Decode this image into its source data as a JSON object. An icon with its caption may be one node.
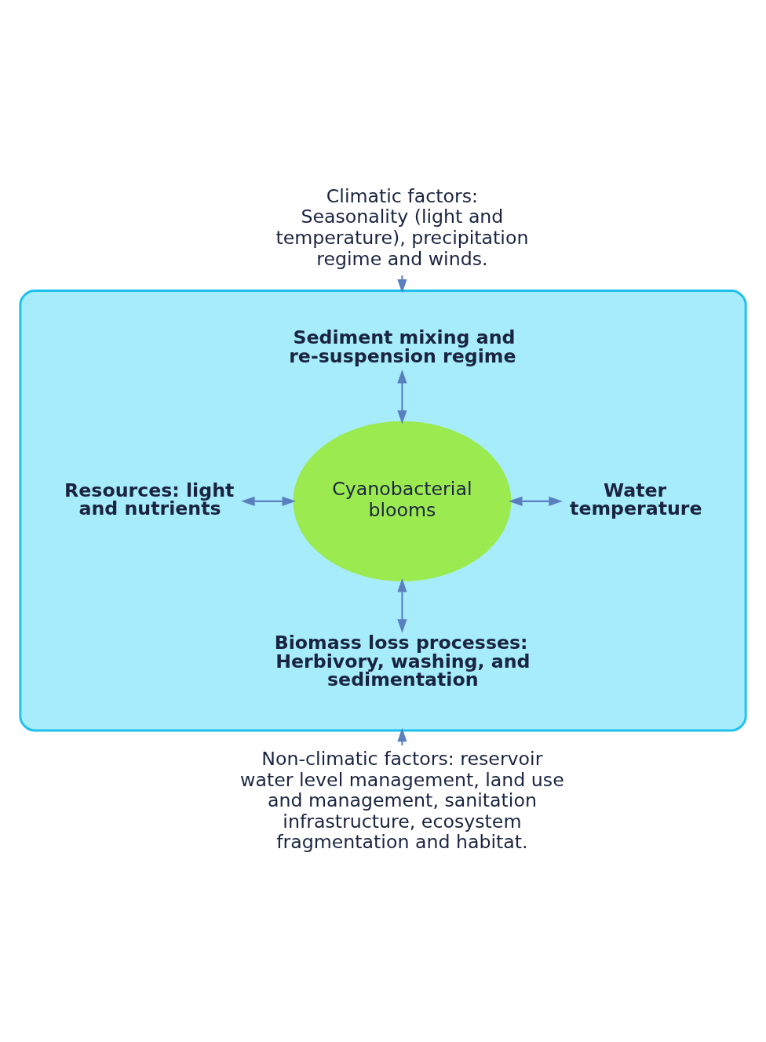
{
  "diagram": {
    "nodes": [
      {
        "text": [
          "Climatic factors: Seasonality (light and temperature), precipitation regime and winds."
        ]
      },
      {
        "text": [],
        "shape": "ellipse"
      },
      {
        "text": [
          "Sediment mixing and re-suspension regime"
        ],
        "in": 1
      },
      {
        "text": [
          "Resources: light and nutrients"
        ],
        "in": 1
      },
      {
        "text": [
          "Cyanobacterial blooms"
        ],
        "in": 1
      },
      {
        "text": [
          "Water temperature"
        ],
        "in": 1
      },
      {
        "text": [
          "Biomass loss processes: Herbivory, washing, and sedimentation"
        ],
        "in": 1
      },
      {
        "text": [
          "Non-climatic factors: reservoir water level management, land use and management, sanitation infrastructure, ecosystem fragmentation and habitat."
        ]
      }
    ],
    "edges": [
      {
        "from": 0,
        "to": 1,
        "arrow": "to"
      },
      {
        "from": 2,
        "to": 4,
        "arrow": "both"
      },
      {
        "from": 3,
        "to": 4,
        "arrow": "both"
      },
      {
        "from": 4,
        "to": 5,
        "arrow": "both"
      },
      {
        "from": 4,
        "to": 6,
        "arrow": "both"
      },
      {
        "from": 7,
        "to": 1,
        "arrow": "to"
      }
    ]
  }
}
